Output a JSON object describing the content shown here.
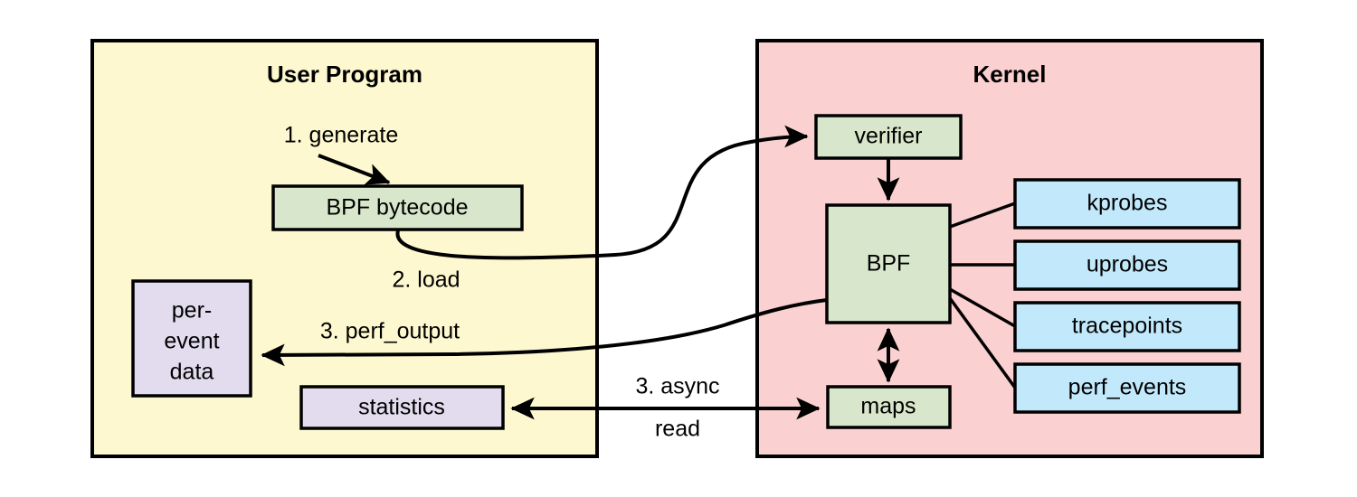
{
  "diagram": {
    "title_user": "User Program",
    "title_kernel": "Kernel",
    "colors": {
      "user_region_fill": "#fdf8cf",
      "kernel_region_fill": "#fbd0d0",
      "green_node_fill": "#d8e7cb",
      "purple_node_fill": "#e2dcee",
      "blue_node_fill": "#c2e9fb",
      "stroke": "#000000",
      "background": "#ffffff"
    }
  },
  "user_region": {
    "title": "User Program",
    "nodes": [
      {
        "id": "bpf-bytecode",
        "label": "BPF bytecode",
        "fill": "green"
      },
      {
        "id": "per-event-data",
        "label_line1": "per-",
        "label_line2": "event",
        "label_line3": "data",
        "fill": "purple"
      },
      {
        "id": "statistics",
        "label": "statistics",
        "fill": "purple"
      }
    ]
  },
  "kernel_region": {
    "title": "Kernel",
    "nodes": [
      {
        "id": "verifier",
        "label": "verifier",
        "fill": "green"
      },
      {
        "id": "bpf",
        "label": "BPF",
        "fill": "green"
      },
      {
        "id": "maps",
        "label": "maps",
        "fill": "green"
      },
      {
        "id": "kprobes",
        "label": "kprobes",
        "fill": "blue"
      },
      {
        "id": "uprobes",
        "label": "uprobes",
        "fill": "blue"
      },
      {
        "id": "tracepoints",
        "label": "tracepoints",
        "fill": "blue"
      },
      {
        "id": "perf_events",
        "label": "perf_events",
        "fill": "blue"
      }
    ]
  },
  "edge_labels": {
    "generate": "1. generate",
    "load": "2. load",
    "perf_output": "3. perf_output",
    "async_read_line1": "3. async",
    "async_read_line2": "read"
  }
}
